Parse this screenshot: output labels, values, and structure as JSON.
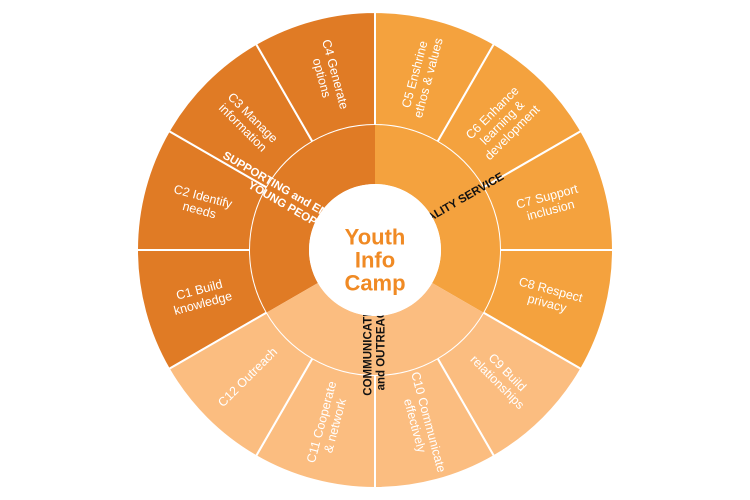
{
  "center": {
    "lines": [
      "Youth",
      "Info",
      "Camp"
    ]
  },
  "colors": {
    "dark": "#e07b25",
    "medium": "#f4a23e",
    "light": "#fbbd80",
    "divider": "#ffffff",
    "center_text": "#f08a24"
  },
  "sections": [
    {
      "id": "supporting",
      "lines": [
        "SUPPORTING and ENGAGING",
        "YOUNG PEOPLE"
      ],
      "text_color": "#ffffff",
      "segments": [
        {
          "id": "c1",
          "lines": [
            "C1 Build",
            "knowledge"
          ]
        },
        {
          "id": "c2",
          "lines": [
            "C2 Identify",
            "needs"
          ]
        },
        {
          "id": "c3",
          "lines": [
            "C3 Manage",
            "information"
          ]
        },
        {
          "id": "c4",
          "lines": [
            "C4 Generate",
            "options"
          ]
        }
      ]
    },
    {
      "id": "quality",
      "lines": [
        "QUALITY SERVICE"
      ],
      "text_color": "#111111",
      "segments": [
        {
          "id": "c5",
          "lines": [
            "C5 Enshrine",
            "ethos & values"
          ]
        },
        {
          "id": "c6",
          "lines": [
            "C6 Enhance",
            "learning &",
            "development"
          ]
        },
        {
          "id": "c7",
          "lines": [
            "C7 Support",
            "inclusion"
          ]
        },
        {
          "id": "c8",
          "lines": [
            "C8 Respect",
            "privacy"
          ]
        }
      ]
    },
    {
      "id": "communication",
      "lines": [
        "COMMUNICATION",
        "and OUTREACH"
      ],
      "text_color": "#111111",
      "segments": [
        {
          "id": "c9",
          "lines": [
            "C9 Build",
            "relationships"
          ]
        },
        {
          "id": "c10",
          "lines": [
            "C10 Communicate",
            "effectively"
          ]
        },
        {
          "id": "c11",
          "lines": [
            "C11 Cooperate",
            "& network"
          ]
        },
        {
          "id": "c12",
          "lines": [
            "C12 Outreach"
          ]
        }
      ]
    }
  ]
}
